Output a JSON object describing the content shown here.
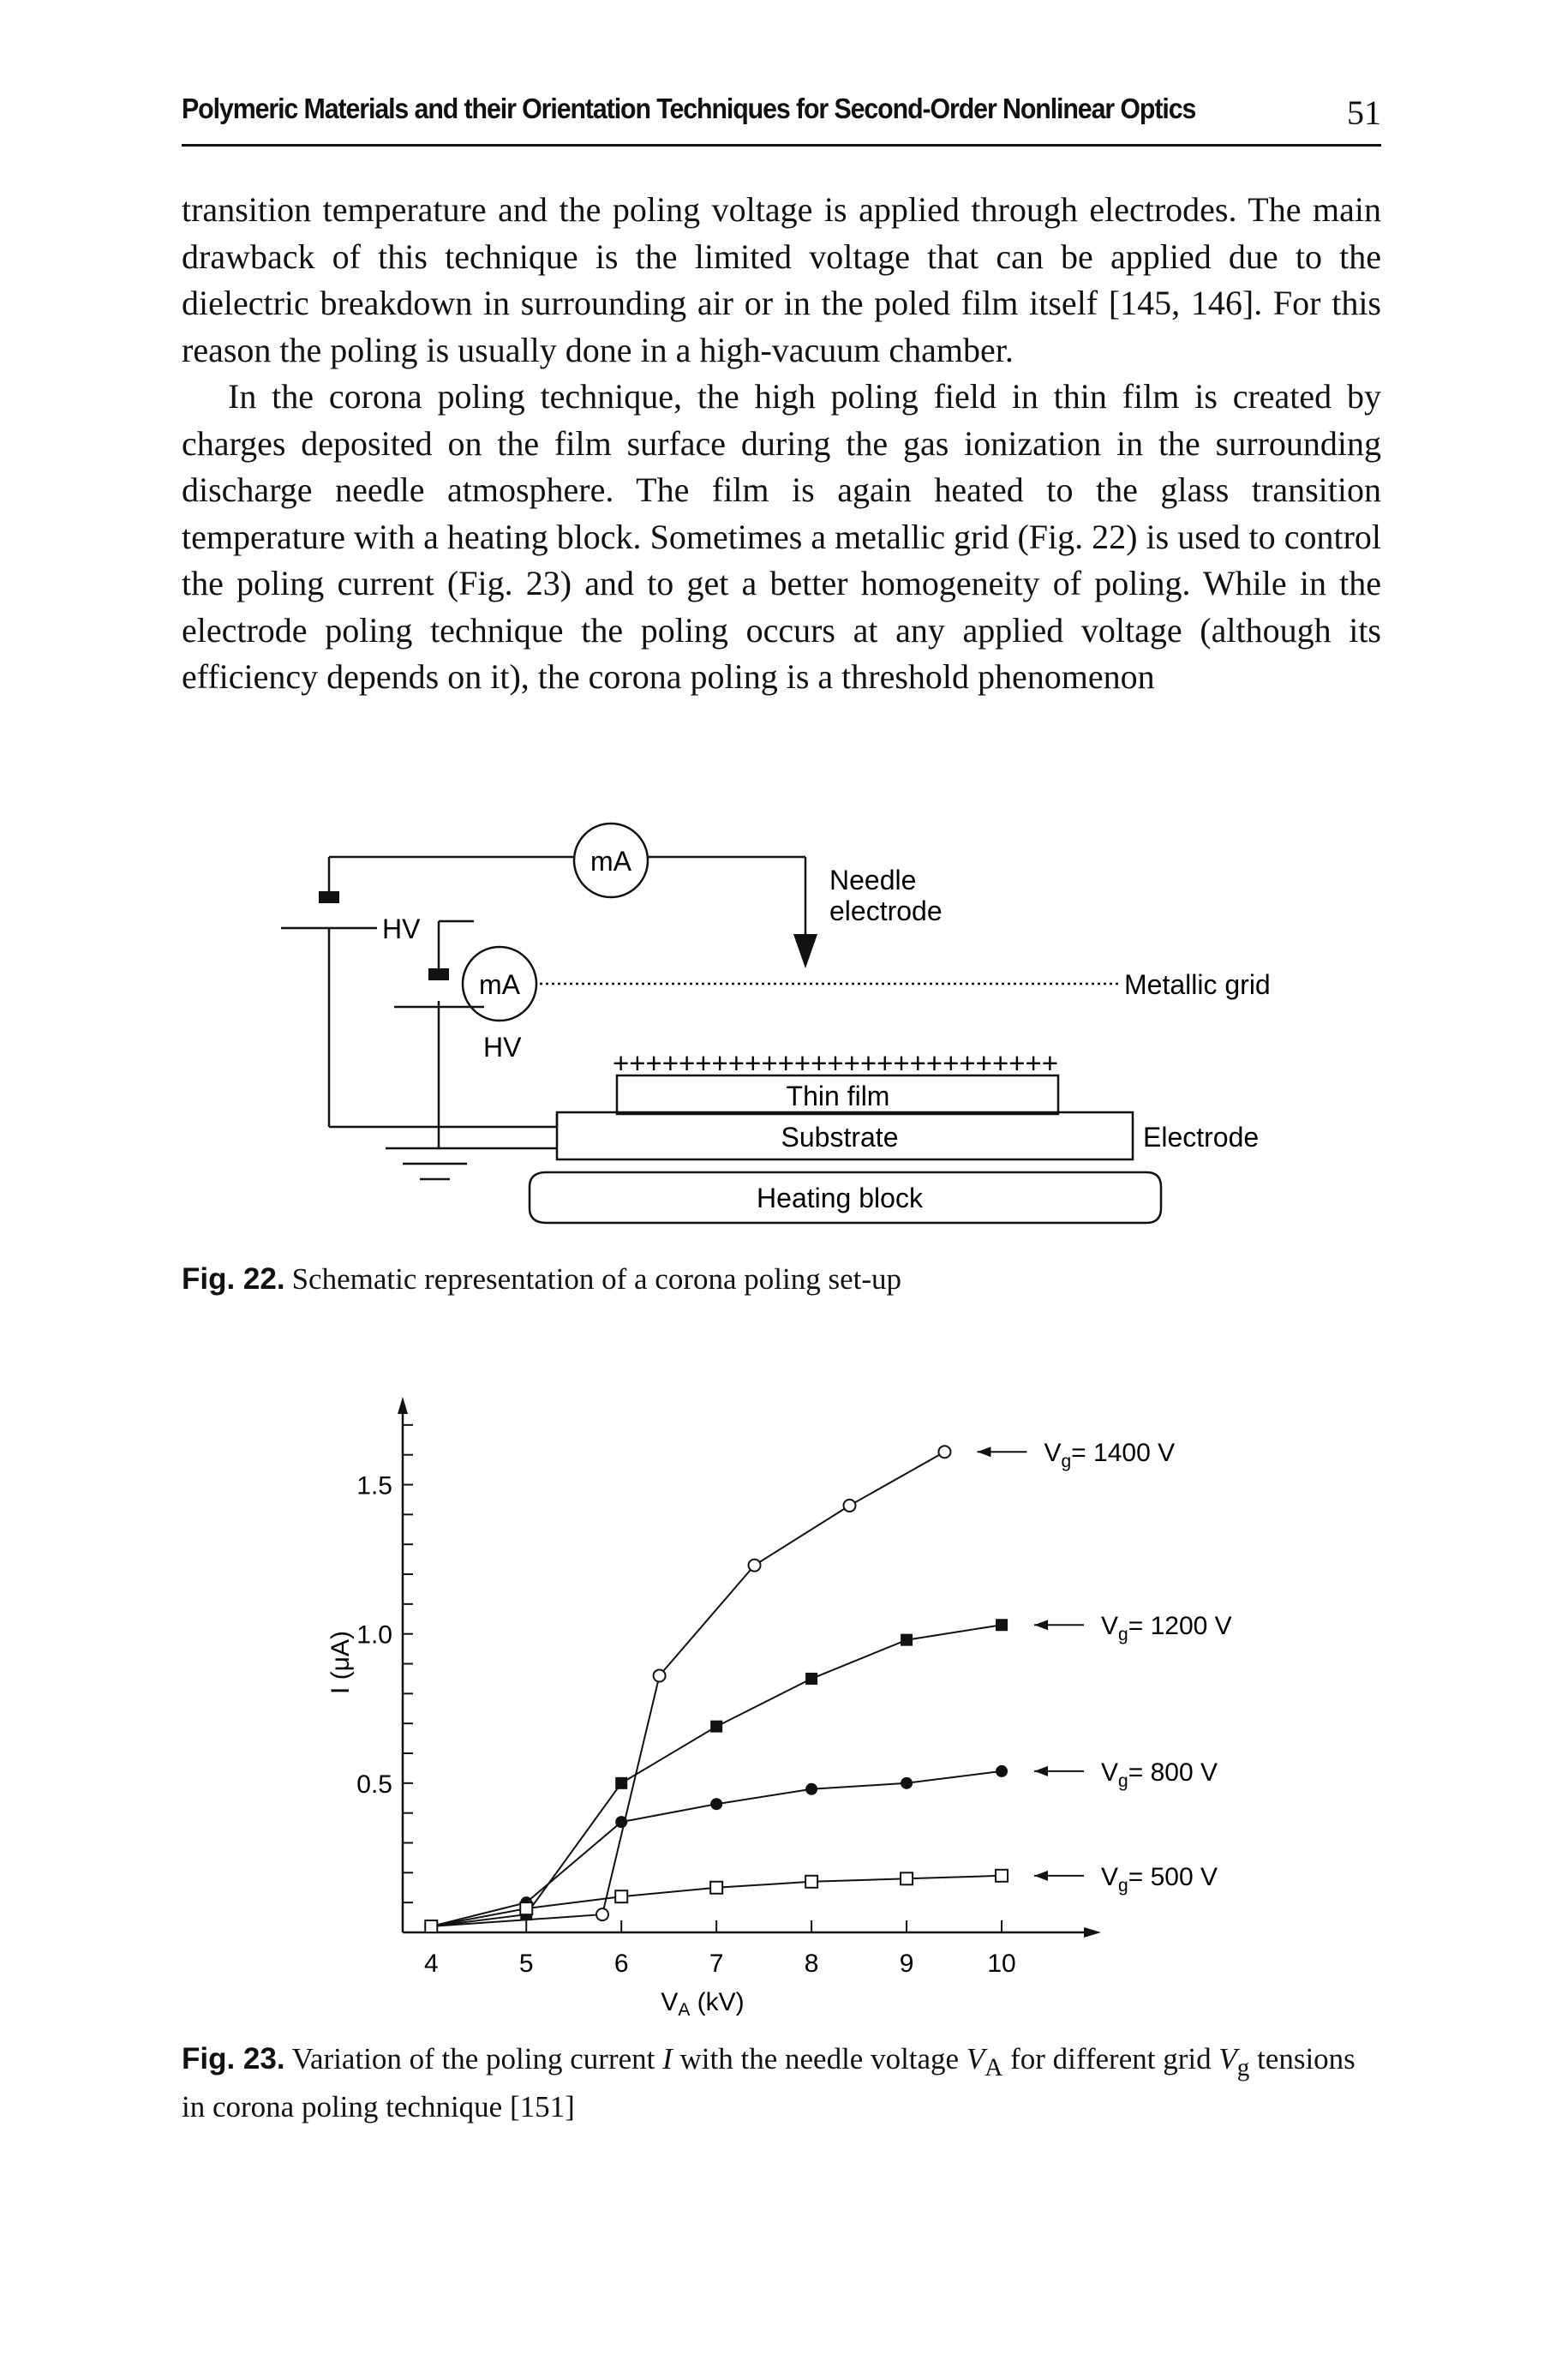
{
  "header": {
    "running_title": "Polymeric Materials and their Orientation Techniques for Second-Order Nonlinear Optics",
    "page_number": "51"
  },
  "body": {
    "paragraph_1": "transition temperature and the poling voltage is applied through electrodes. The main drawback of this technique is the limited voltage that can be applied due to the dielectric breakdown in surrounding air or in the poled film itself [145, 146]. For this reason the poling is usually done in a high-vacuum chamber.",
    "paragraph_2": "In the corona poling technique, the high poling field in thin film is created by charges deposited on the film surface during the gas ionization in the surrounding discharge needle atmosphere. The film is again heated to the glass transition temperature with a heating block. Sometimes a metallic grid (Fig. 22) is used to control the poling current (Fig. 23) and to get a better homogeneity of poling. While in the electrode poling technique the poling occurs at any applied voltage (although its efficiency depends on it), the corona poling is a threshold phenomenon"
  },
  "fig22": {
    "label": "Fig. 22.",
    "caption": "Schematic representation of a corona poling set-up",
    "ma_top": "mA",
    "ma_left": "mA",
    "hv_top": "HV",
    "hv_bottom": "HV",
    "needle_line1": "Needle",
    "needle_line2": "electrode",
    "metallic_grid": "Metallic grid",
    "charges": "+++++++++++++++++++++++++++",
    "thin_film": "Thin film",
    "substrate": "Substrate",
    "electrode": "Electrode",
    "heating_block": "Heating block"
  },
  "fig23": {
    "label": "Fig. 23.",
    "caption_a": "Variation of the poling current ",
    "caption_I": "I",
    "caption_b": " with the needle voltage ",
    "caption_V": "V",
    "caption_Vsub": "A",
    "caption_c": " for different grid ",
    "caption_V2": "V",
    "caption_V2sub": "g",
    "caption_d": " tensions in corona poling technique [151]"
  },
  "chart_data": {
    "type": "line",
    "xlabel": "V",
    "xlabel_sub": "A",
    "xlabel_unit": " (kV)",
    "ylabel": "I (μA)",
    "xlim": [
      3.7,
      11.0
    ],
    "ylim": [
      0.0,
      1.78
    ],
    "x_ticks": [
      "4",
      "5",
      "6",
      "7",
      "8",
      "9",
      "10"
    ],
    "y_ticks": [
      "0.5",
      "1.0",
      "1.5"
    ],
    "series": [
      {
        "name": "Vg = 1400 V",
        "label_pre": "V",
        "label_sub": "g",
        "label_post": "= 1400 V",
        "marker": "circle-open",
        "points": [
          [
            4.0,
            0.02
          ],
          [
            5.8,
            0.06
          ],
          [
            6.4,
            0.86
          ],
          [
            7.4,
            1.23
          ],
          [
            8.4,
            1.43
          ],
          [
            9.4,
            1.61
          ]
        ]
      },
      {
        "name": "Vg = 1200 V",
        "label_pre": "V",
        "label_sub": "g",
        "label_post": "= 1200 V",
        "marker": "square-filled",
        "points": [
          [
            4.0,
            0.02
          ],
          [
            5.0,
            0.06
          ],
          [
            6.0,
            0.5
          ],
          [
            7.0,
            0.69
          ],
          [
            8.0,
            0.85
          ],
          [
            9.0,
            0.98
          ],
          [
            10.0,
            1.03
          ]
        ]
      },
      {
        "name": "Vg = 800 V",
        "label_pre": "V",
        "label_sub": "g",
        "label_post": "= 800 V",
        "marker": "circle-filled",
        "points": [
          [
            4.0,
            0.02
          ],
          [
            5.0,
            0.1
          ],
          [
            6.0,
            0.37
          ],
          [
            7.0,
            0.43
          ],
          [
            8.0,
            0.48
          ],
          [
            9.0,
            0.5
          ],
          [
            10.0,
            0.54
          ]
        ]
      },
      {
        "name": "Vg = 500 V",
        "label_pre": "V",
        "label_sub": "g",
        "label_post": "= 500 V",
        "marker": "square-open",
        "points": [
          [
            4.0,
            0.02
          ],
          [
            5.0,
            0.08
          ],
          [
            6.0,
            0.12
          ],
          [
            7.0,
            0.15
          ],
          [
            8.0,
            0.17
          ],
          [
            9.0,
            0.18
          ],
          [
            10.0,
            0.19
          ]
        ]
      }
    ]
  }
}
